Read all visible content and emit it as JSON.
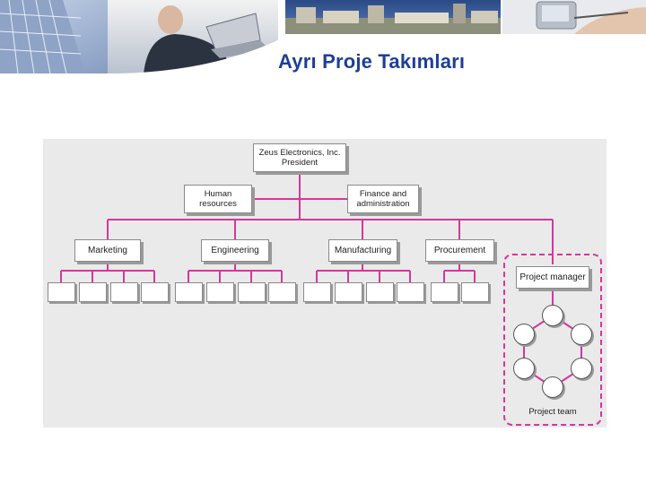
{
  "slide": {
    "title": "Ayrı Proje Takımları"
  },
  "org": {
    "ceo": "Zeus Electronics, Inc.\nPresident",
    "staff": [
      "Human\nresources",
      "Finance and\nadministration"
    ],
    "departments": [
      "Marketing",
      "Engineering",
      "Manufacturing",
      "Procurement"
    ],
    "project_manager": "Project manager",
    "project_team": "Project team"
  },
  "colors": {
    "connector": "#d6379a",
    "title": "#1f3f94"
  }
}
